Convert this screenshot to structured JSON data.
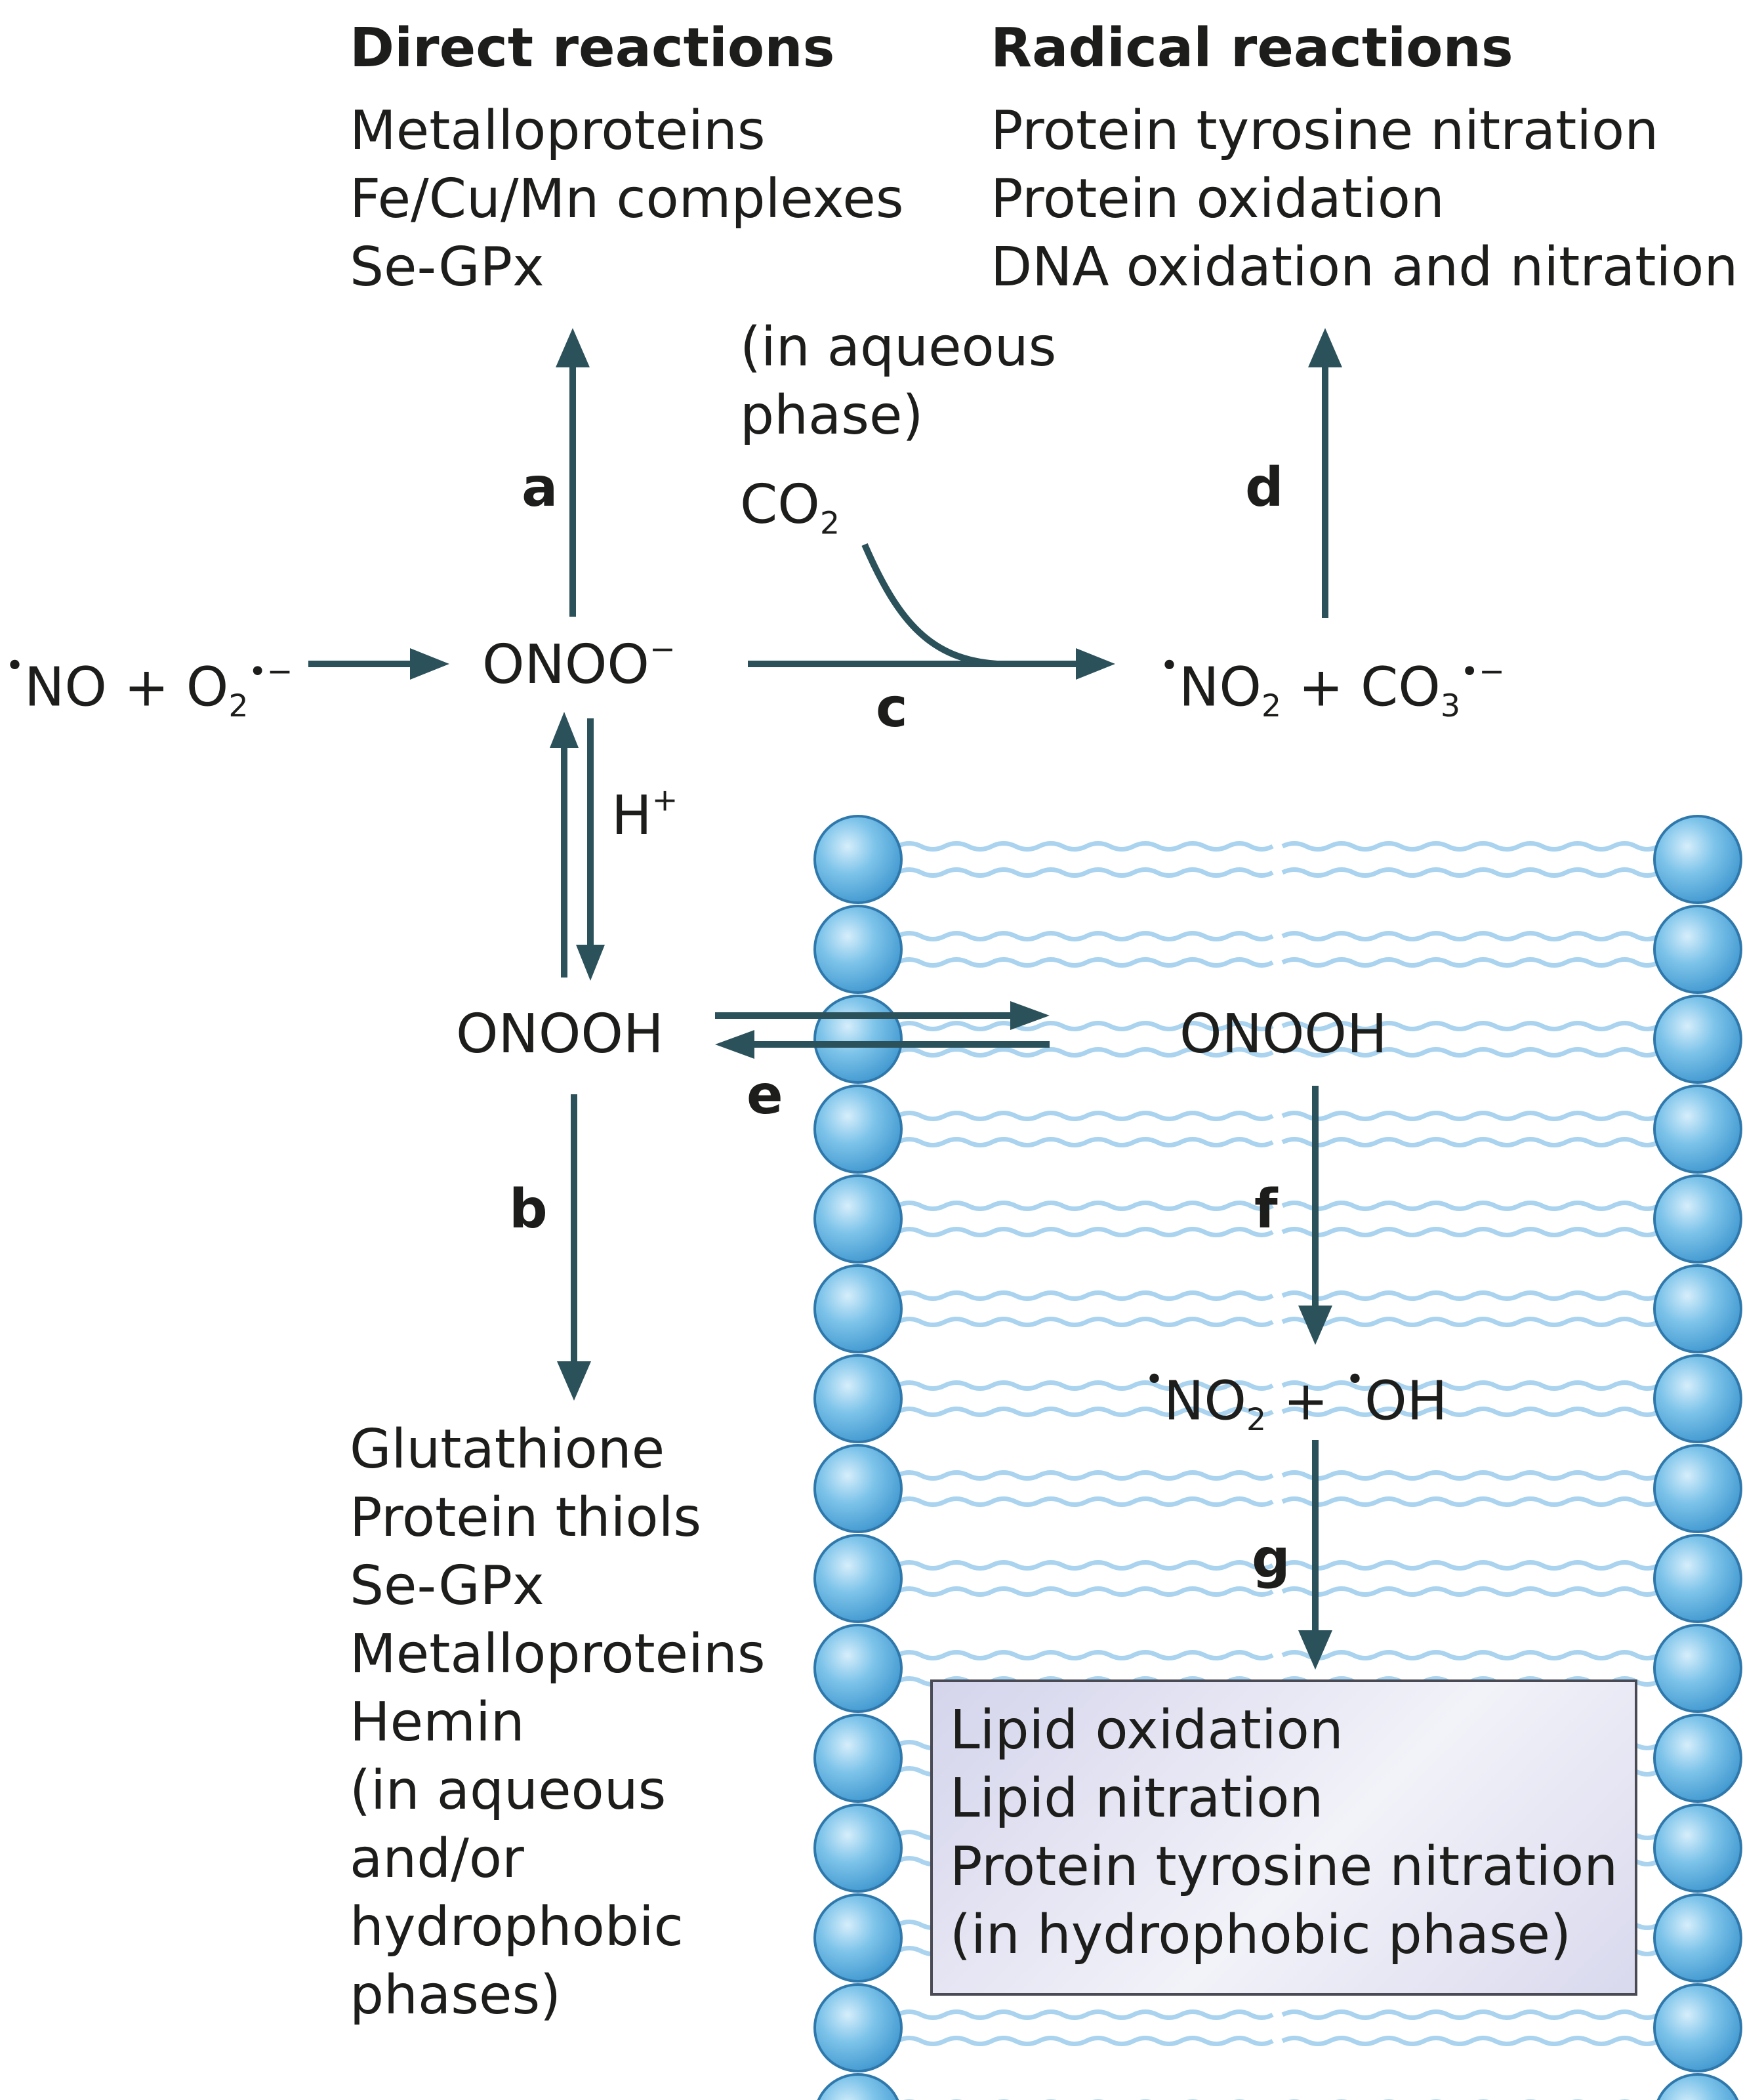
{
  "headings": {
    "direct": "Direct reactions",
    "radical": "Radical reactions"
  },
  "direct_items": [
    "Metalloproteins",
    "Fe/Cu/Mn complexes",
    "Se-GPx"
  ],
  "radical_items": [
    "Protein tyrosine nitration",
    "Protein oxidation",
    "DNA oxidation and nitration"
  ],
  "aqueous_note": [
    "(in aqueous",
    "phase)"
  ],
  "species": {
    "no": "NO",
    "plus": "+",
    "o2": "O",
    "o2_sub": "2",
    "o2_sup": "•−",
    "peroxynitrite": "ONOO",
    "peroxynitrite_sup": "−",
    "co2": "CO",
    "co2_sub": "2",
    "no2": "NO",
    "no2_sub": "2",
    "co3": "CO",
    "co3_sub": "3",
    "co3_sup": "•−",
    "proton": "H",
    "proton_sup": "+",
    "onooh_left": "ONOOH",
    "onooh_right": "ONOOH",
    "oh": "OH",
    "radical_dot": "•"
  },
  "labels": {
    "a": "a",
    "b": "b",
    "c": "c",
    "d": "d",
    "e": "e",
    "f": "f",
    "g": "g"
  },
  "thiol_items": [
    "Glutathione",
    "Protein thiols",
    "Se-GPx",
    "Metalloproteins",
    "Hemin",
    "(in aqueous",
    "and/or",
    "hydrophobic",
    "phases)"
  ],
  "lipid_items": [
    "Lipid oxidation",
    "Lipid nitration",
    "Protein tyrosine nitration",
    "(in hydrophobic phase)"
  ],
  "colors": {
    "arrow": "#2b515b",
    "lipid_head": "#66b8e4",
    "lipid_head_edge": "#2e78ac",
    "lipid_tail": "#a9d3ee",
    "box_border": "#4a4a55",
    "text": "#1d1d1b"
  },
  "membrane": {
    "heads_per_side": 15
  }
}
